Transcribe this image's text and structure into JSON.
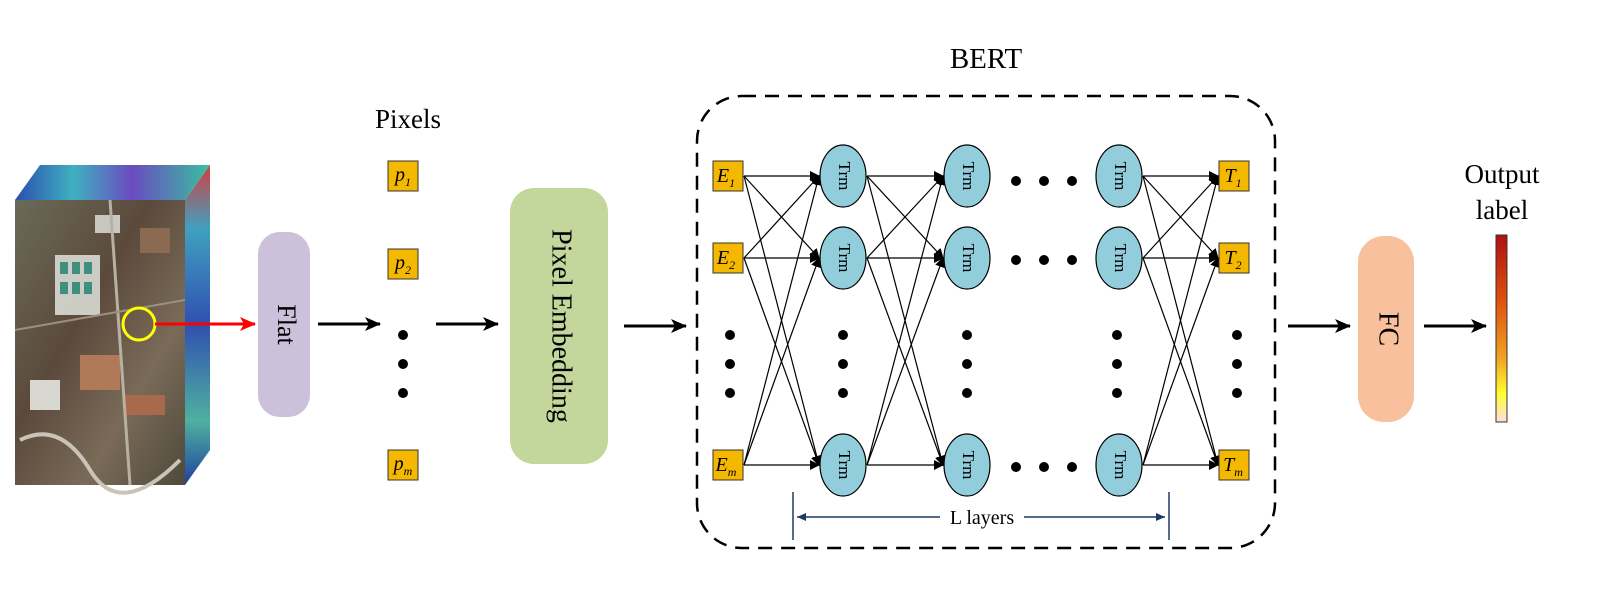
{
  "title": "BERT",
  "pixels_label": "Pixels",
  "flat_label": "Flat",
  "embedding_label": "Pixel Embedding",
  "fc_label": "FC",
  "output_label_line1": "Output",
  "output_label_line2": "label",
  "layers_label": "L layers",
  "trm_label": "Trm",
  "pixels": [
    {
      "base": "p",
      "sub": "1"
    },
    {
      "base": "p",
      "sub": "2"
    },
    {
      "base": "p",
      "sub": "m"
    }
  ],
  "inputs": [
    {
      "base": "E",
      "sub": "1"
    },
    {
      "base": "E",
      "sub": "2"
    },
    {
      "base": "E",
      "sub": "m"
    }
  ],
  "outputs": [
    {
      "base": "T",
      "sub": "1"
    },
    {
      "base": "T",
      "sub": "2"
    },
    {
      "base": "T",
      "sub": "m"
    }
  ],
  "colors": {
    "token_fill": "#f5b800",
    "trm_fill": "#92cddc",
    "flat_fill": "#ccc0da",
    "embedding_fill": "#c3d69b",
    "fc_fill": "#f8c09c",
    "red_arrow": "#ff0000",
    "circle": "#ffff00",
    "layer_arrow": "#1f3864"
  },
  "icons": [
    "hyperspectral-cube-image",
    "colorbar-icon"
  ]
}
